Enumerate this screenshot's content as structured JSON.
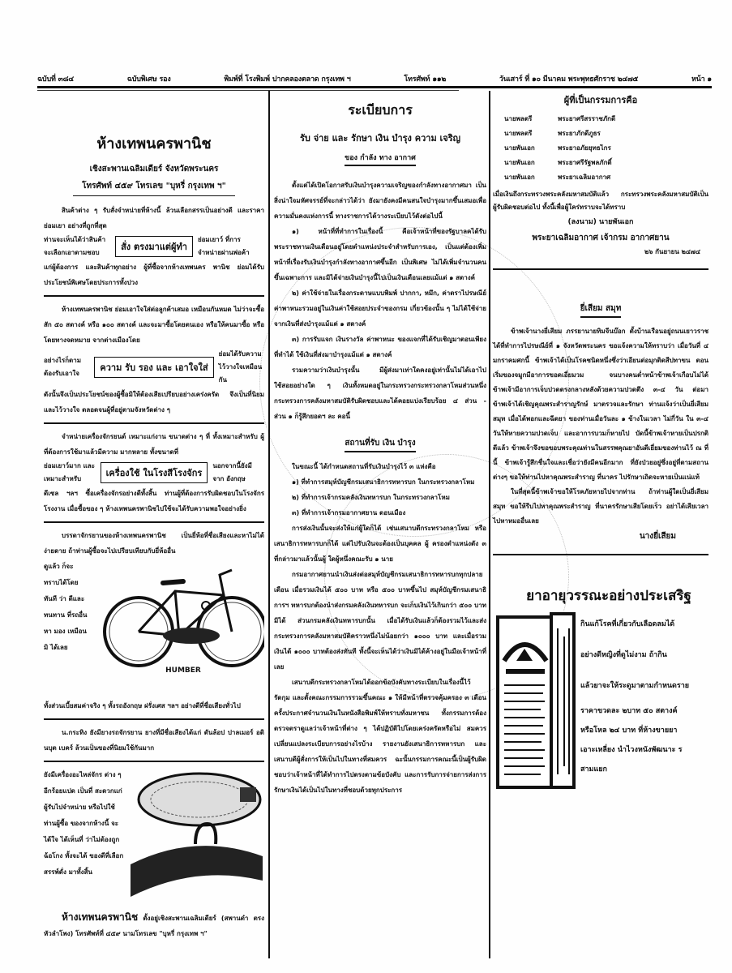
{
  "masthead": {
    "issue": "ฉบับที่ ๓๘๔",
    "edition": "ฉบับพิเศษ รอง",
    "print": "พิมพ์ที่ โรงพิมพ์ ปากคลองตลาด กรุงเทพ ฯ",
    "phone": "โทรศัพท์ ๑๑๒",
    "date": "วันเสาร์ ที่ ๑๐ มีนาคม พระพุทธศักราช ๒๔๗๕",
    "page": "หน้า ๑"
  },
  "col1": {
    "shop_title": "ห้างเทพนครพานิช",
    "shop_address": "เชิงสะพานเฉลิมเดียร์ จังหวัดพระนคร",
    "shop_phone": "โทรศัพท์ ๔๕๙   โทรเลข \"บุหรี่ กรุงเทพ ฯ\"",
    "para1": "สินค้าต่าง ๆ รับสั่งจำหน่ายที่ห้างนี้ ล้วนเลือกสรรเป็นอย่างดี และราคาย่อมเยา อย่างที่ถูกที่สุด",
    "para1_left": "ท่านจะเห็นได้ว่าสินค้า จะเลือกเอาตามชอบ",
    "box1": "สั่ง ตรงมาแต่ผู้ทำ",
    "para1_right": "ย่อมเยาว์ ที่การ จำหน่ายผ่านพ่อค้า",
    "para1_tail": "แก่ผู้ต้องการ และสินค้าทุกอย่าง ผู้ที่ซื้อจากห้างเทพนคร พานิช ย่อมได้รับประโยชน์พิเศษโดยประการทั้งปวง",
    "para2": "ห้างเทพนครพานิช ย่อมเอาใจใส่ต่อลูกค้าเสมอ เหมือนกันหมด ไม่ว่าจะซื้อสัก ๕๐ สตางค์ หรือ ๑๐๐ สตางค์ และจะมาซื้อโดยตนเอง หรือให้คนมาซื้อ หรือโดยทางจดหมาย จากต่างเมืองโดย",
    "para2_left": "อย่างไรก็ตาม ต้องรับเอาใจ",
    "box2": "ความ รับ รอง และ เอาใจใส่",
    "para2_right": "ย่อมได้รับความ ไว้วางใจเหมือนกัน",
    "para2_tail": "ดังนั้นจึงเป็นประโยชน์ของผู้ซื้อมิให้ต้องเสียเปรียบอย่างเคร่งครัด จึงเป็นที่นิยมและไว้วางใจ ตลอดจนผู้ที่อยู่ตามจังหวัดต่าง ๆ",
    "para3": "จำหน่ายเครื่องจักรยนต์ เหมาะแก่งาน ขนาดต่าง ๆ ที่ ทั้งเหมาะสำหรับ ผู้ที่ต้องการใช้มาแล้วมีความ มากหลาย ทั้งขนาดที่",
    "para3_left": "ย่อมเยาว์มาก และเหมาะสำหรับ",
    "box3": "เครื่องใช้ ในโรงสีโรงจักร",
    "para3_right": "นอกจากนี้ยังมี จาก อังกฤษ",
    "para3_tail": "ดีเซล ฯลฯ ซื้อเครื่องจักรอย่างดีทั้งสิ้น ท่านผู้ที่ต้องการรับผิดชอบในโรงจักรโรงงาน เมื่อซื้อของ ๆ ห้างเทพนครพานิชไปใช้จะได้รับความพอใจอย่างยิ่ง",
    "bike_intro": "บรรดาจักรยานของห้างเทพนครพานิช เป็นยี่ห้อที่ชื่อเสียงและหาไม่ได้ง่ายดาย ถ้าท่านผู้ซื้อจะไปเปรียบเทียบกับยี่ห้ออื่น",
    "bike_left": "ดูแล้ว ก็จะ ทราบได้โดย ทันที ว่า ดีและ ทนทาน ที่รถอื่นหา มอง เหมือน มิ ได้เลย",
    "bike_brand": "HUMBER",
    "bike_tail": "ทั้งส่วนเบี้ยสมค่าจริง ๆ ทั้งรถอังกฤษ ฝรั่งเศส ฯลฯ อย่างดีที่ชื่อเสียงทั่วไป",
    "tires": "น.กระทิง ยังมียางรถจักรยาน ยางที่มีชื่อเสียงได้แก่ ดันล้อป ปาลเมอร์ อดินบุต เบคร์ ล้วนเป็นของที่นิยมใช้กันมาก",
    "parts_left": "ยังมีเครื่องอะไหล่จักร ต่าง ๆ อีกร้อยแปด เป็นที่ สะดวกแก่ผู้รับไปจำหน่าย หรือไปใช้ ท่านผู้ซื้อ ของจากห้างนี้ จะได้ใจ ได้เห็นที่ ว่าไม่ต้องถูก ฉ้อโกง ทั้งจะได้ ของดีที่เลือก สรรพ์ดั่ง มาทั้งสิ้น",
    "footer_title": "ห้างเทพนครพานิช",
    "footer": "ตั้งอยู่เชิงสะพานเฉลิมเดียร์ (สพานดำ ตรงหัวลำโพง) โทรศัพท์ที่ ๔๕๙ นามโทรเลข \"บุหรี่ กรุงเทพ ฯ\""
  },
  "col2": {
    "title": "ระเบียบการ",
    "subtitle": "รับ จ่าย และ รักษา เงิน บำรุง ความ เจริญ",
    "subtitle2": "ของ กำลัง ทาง อากาศ",
    "intro": "ตั้งแต่ได้เปิดโอกาสรับเงินบำรุงความเจริญของกำลังทางอากาศมา เป็นสิ่งน่าใจมหัศจรรย์ที่จะกล่าวได้ว่า ยังมายังคงมีคนสนใจบำรุงมากขึ้นเสมอเพื่อความมั่นคงแห่งการนี้ ทางราชการได้วางระเบียบไว้ดังต่อไปนี้",
    "item1": "๑) หน้าที่ที่ทำการในเรื่องนี้ คือเจ้าหน้าที่ของรัฐบาลคได้รับพระราชทานเงินเดือนอยู่โดยตำแหน่งประจำสำหรับการเอง, เป็นแต่ต้องเพิ่มหน้าที่เรื่องรับเงินบำรุงกำลังทางอากาศขึ้นอีก เป็นพิเศษ ไม่ได้เพิ่มจำนวนคนขึ้นเฉพาะการ และมิได้จ่ายเงินบำรุงนี้ไปเป็นเงินเดือนเลยแม้แต่ ๑ สตางค์",
    "item2": "๒) ค่าใช้จ่ายในเรื่องกระดาษแบบพิมพ์ ปากกา, หมึก, ค่าตราไปรษณีย์ ค่าพาหนะรวมอยู่ในเงินค่าใช้สอยประจำของกรม เกี่ยวข้องนั้น ๆ ไม่ได้ใช้จ่ายจากเงินที่ส่งบำรุงแม้แต่ ๑ สตางค์",
    "item3": "๓) การรับแจก เงินรางวัล ค่าพาหนะ ของแจกที่ได้รับเชิญมาตอนเพียงที่ทำได้ ใช้เงินที่ส่งมาบำรุงแม้แต่ ๑ สตางค์",
    "item4": "รวมความว่าเงินบำรุงนั้น มีผู้ส่งมาเท่าใดคงอยู่เท่านั้นไม่ได้เอาไปใช้สอยอย่างใด ๆ เงินทั้งหมดอยู่ในกระทรวงกระทรวงกลาโหมส่วนหนึ่ง กระทรวงการคลังมหาสมบัติรับผิดชอบและได้คอยแบ่งเรียบร้อย ๔ ส่วน - ส่วน ๑ ก็รู้สึกยอดฯ ละ คอนี้",
    "sec_title": "สถานที่รับ เงิน บำรุง",
    "sec_intro": "ในขณะนี้ ได้กำหนดสถานที่รับเงินบำรุงไว้ ๓ แห่งคือ",
    "loc1": "๑) ที่ทำการสมุห์บัญชีกรมเสนาธิการทหารบก ในกระทรวงกลาโหม",
    "loc2": "๒) ที่ทำการเจ้ากรมคลังเงินทหารบก ในกระทรวงกลาโหม",
    "loc3": "๓) ที่ทำการเจ้ากรมอากาศยาน ดอนเมือง",
    "proc1": "การส่งเงินนั้นจะส่งให้แก่ผู้ใดก็ได้ เช่นเสนาบดีกระทรวงกลาโหม หรือเสนาธิการทหารบกก็ได้ แต่ไปรับเงินจะต้องเป็นบุคคล ผู้ ครองตำแหน่งดัง ๓ ที่กล่าวมาแล้วนั้นผู้ ใดผู้หนึ่งคณะรับ ๑ นาย",
    "proc2": "กรมอากาศยานนำเงินส่งต่อสมุห์บัญชีกรมเสนาธิการทหารบกทุกปลายเดือน เมื่อรวมเงินได้ ๕๐๐ บาท หรือ ๕๐๐ บาทขึ้นไป สมุห์บัญชีกรมเสนาธิการฯ ทหารบกต้องนำส่งกรมคลังเงินทหารบก จะเก็บเงินไว้เกินกว่า ๕๐๐ บาทมิได้ ส่วนกรมคลังเงินทหารบกนั้น เมื่อได้รับเงินแล้วก็ต้องรวมไว้และส่งกระทรวงการคลังมหาสมบัติคราวหนึ่งไม่น้อยกว่า ๑๐๐๐ บาท และเมื่อรวมเงินได้ ๑๐๐๐ บาทต้องส่งทันที ทั้งนี้จะเห็นได้ว่าเงินมิได้ค้างอยู่ในมือเจ้าหน้าที่เลย",
    "proc3": "เสนาบดีกระทรวงกลาโหมได้ออกข้อบังคับทางระเบียบในเรื่องนี้ไว้รัดกุม และตั้งคณะกรรมการรวมขึ้นคณะ ๑ ให้มีหน้าที่ตรวจคุ้มครอง ๓ เดือนครั้งประกาศจำนวนเงินในหนังสือพิมพ์ให้ทราบทั่งมหาชน ทั้งกรรมการต้องตรวจตราดูแลว่าเจ้าหน้าที่ต่าง ๆ ได้ปฏิบัติไปโดยเคร่งครัดหรือไม่ สมควรเปลี่ยนแปลงระเบียบการอย่างไรบ้าง รายงานยังเสนาธิการทหารบก และเสนาบดีผู้สั่งการให้เป็นไปในทางที่สมควร ฉะนั้นกรรมการคณะนี้เป็นผู้รับผิดชอบว่าเจ้าหน้าที่ได้ทำการไปตรงตามข้อบังคับ และการรับการจ่ายการส่งการรักษาเงินได้เป็นไปในทางที่ชอบด้วยทุกประการ"
  },
  "col3": {
    "officers_header": "ผู้ที่เป็นกรรมการคือ",
    "officers": [
      {
        "rank": "นายพลตรี",
        "name": "พระยาศรีสรราชภักดี"
      },
      {
        "rank": "นายพลตรี",
        "name": "พระยาภักดีภูธร"
      },
      {
        "rank": "นายพันเอก",
        "name": "พระยาอภัยยุทธไกร"
      },
      {
        "rank": "นายพันเอก",
        "name": "พระยาศรีรัฐพลภักดิ์"
      },
      {
        "rank": "นายพันเอก",
        "name": "พระยาเฉลิมอากาศ"
      }
    ],
    "officers_note": "เมื่อเงินถึงกระทรวงพระคลังมหาสมบัติแล้ว กระทรวงพระคลังมหาสมบัติเป็นผู้รับผิดชอบต่อไป ทั้งนี้เพื่อผู้ใคร่ทราบจะได้ทราบ",
    "signed_prefix": "(ลงนาม) นายพันเอก",
    "signed_name": "พระยาเฉลิมอากาศ เจ้ากรม อากาศยาน",
    "signed_date": "๒๖ กันยายน ๒๔๗๔",
    "letter_title": "ยี่เสียม สมุท",
    "letter_body": "ข้าพเจ้านางยี่เสียม ภรรยานายทิมจีนบ๊อก ตั้งบ้านเรือนอยู่ถนนเยาวราช ได้ที่ทำการไปรษณีย์ที่ ๑ จังหวัดพระนคร ขอแจ้งความให้ทราบว่า เมื่อวันที่ ๔ มกราคมศกนี้ ข้าพเจ้าได้เป็นโรคชนิดหนึ่งซึ่งว่าเอียนต่อมุกติดสีปทาขน ตอนเริ่มของจมูกมีอาการขอดเอี่ยมวม จนบางคนต่ำหน้าข้าพเจ้าเกือบไม่ได้ ข้าพเจ้ามีอาการเจ็บปวดตรงกลางหลังด้วยความปวดตึง ๓-๔ วัน ต่อมาข้าพเจ้าได้เชิญคุณพระสำราญรักษ์ มาตรวจและรักษา ท่านแจ้งว่าเป็นยี่เสียมสมุท เมื่อได้พอกและฉีดยา ของท่านเมื่อวันละ ๑ ข้างในเวลา ไม่กี่วัน ใน ๓-๔ วันให้หายความปวดเจ็บ และอาการบวมก็หายไป บัดนี้ข้าพเจ้าหายเป็นปรกติดีแล้ว ข้าพเจ้าจึงขอขอบพระคุณท่านในสรรพคุณยาอันดีเยี่ยมของท่านไว้ ณ ที่นี้ ข้าพเจ้ารู้สึกชื่นใจและเชื่อว่ายังมีคนอีกมาก ที่ยังป่วยอยู่ซึ่งอยู่ที่ตามสถานต่างๆ ขอให้ท่านไปหาคุณพระสำราญ ที่นาคร ไปรักษาเถิดจะหายเป็นแน่แท้",
    "letter_close": "ในที่สุดนี้ข้าพเจ้าขอให้โรคภัยหายไปจากท่าน ถ้าท่านผู้ใดเป็นยี่เสียมสมุท ขอให้รีบไปหาคุณพระสำราญ ที่นาครรักษาเสียโดยเร็ว อย่าได้เสียเวลาไปหาหมออื่นเลย",
    "letter_sign": "นางยี่เสียม",
    "ad_title": "ยาอายุวรรณะอย่างประเสริฐ",
    "ad_lines": [
      "กินแก้โรคที่เกี่ยวกับเลือดลมได้",
      "อย่างดีหญิงที่ดูไม่งาม ถ้ากิน",
      "แล้วยาจะให้ระดูมาตามกำหนดราย",
      "ราคาขวดละ ๒บาท ๕๐ สตางค์",
      "หรือโหล ๒๔ บาท ที่ห้างขายยา",
      "เอาะเหลี่ยง นำไวงหนังพัฒนาะ ร",
      "สามแยก"
    ]
  },
  "colors": {
    "ink": "#111111",
    "paper": "#fefefe"
  }
}
